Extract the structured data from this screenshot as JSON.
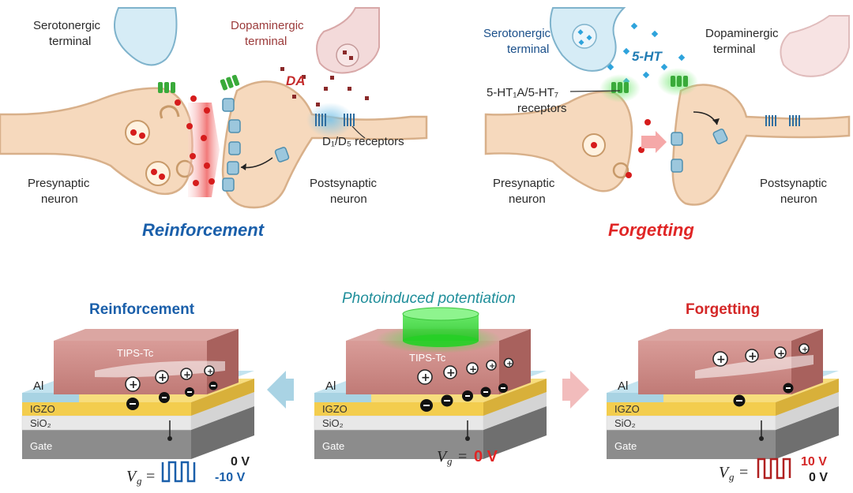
{
  "top_left": {
    "serotonergic_terminal": [
      "Serotonergic",
      "terminal"
    ],
    "dopaminergic_terminal": [
      "Dopaminergic",
      "terminal"
    ],
    "da_label": "DA",
    "d1d5_receptors": "D₁/D₅ receptors",
    "presynaptic_neuron": [
      "Presynaptic",
      "neuron"
    ],
    "postsynaptic_neuron": [
      "Postsynaptic",
      "neuron"
    ],
    "title": "Reinforcement"
  },
  "top_right": {
    "serotonergic_terminal": [
      "Serotonergic",
      "terminal"
    ],
    "dopaminergic_terminal": [
      "Dopaminergic",
      "terminal"
    ],
    "ht_label": "5-HT",
    "receptors": [
      "5-HT₁A/5-HT₇",
      "receptors"
    ],
    "presynaptic_neuron": [
      "Presynaptic",
      "neuron"
    ],
    "postsynaptic_neuron": [
      "Postsynaptic",
      "neuron"
    ],
    "title": "Forgetting"
  },
  "bottom": {
    "left": {
      "title": "Reinforcement",
      "tips_label": "TIPS-Tc",
      "al_label": "Al",
      "layers": [
        "IGZO",
        "SiO₂",
        "Gate"
      ],
      "vg_symbol": "V",
      "vg_sub": "g",
      "equals": "=",
      "volt_high": "0 V",
      "volt_low": "-10 V"
    },
    "center": {
      "title": "Photoinduced potentiation",
      "tips_label": "TIPS-Tc",
      "al_label": "Al",
      "layers": [
        "IGZO",
        "SiO₂",
        "Gate"
      ],
      "vg_symbol": "V",
      "vg_sub": "g",
      "equals": "=",
      "volt": "0 V"
    },
    "right": {
      "title": "Forgetting",
      "al_label": "Al",
      "layers": [
        "IGZO",
        "SiO₂",
        "Gate"
      ],
      "vg_symbol": "V",
      "vg_sub": "g",
      "equals": "=",
      "volt_high": "10 V",
      "volt_low": "0 V"
    }
  },
  "colors": {
    "neuron_fill": "#f6d9bd",
    "neuron_stroke": "#d8b08a",
    "sero_fill": "#d6ecf6",
    "dopa_fill": "#f3dada",
    "receptor_green": "#3aaa3a",
    "channel_blue": "#9cc7dd",
    "dot_red": "#d61c1c",
    "da_square": "#8a2a2a",
    "ht_diamond": "#2ea3dc",
    "blue_accent": "#1a5faa",
    "red_accent": "#d42727",
    "tips_fill": "#c98a86",
    "al_fill": "#a8d3e3",
    "igzo_fill": "#f3cd4e",
    "sio2_fill": "#e8e8e8",
    "gate_fill": "#8c8c8c",
    "light_green": "#37d637"
  }
}
